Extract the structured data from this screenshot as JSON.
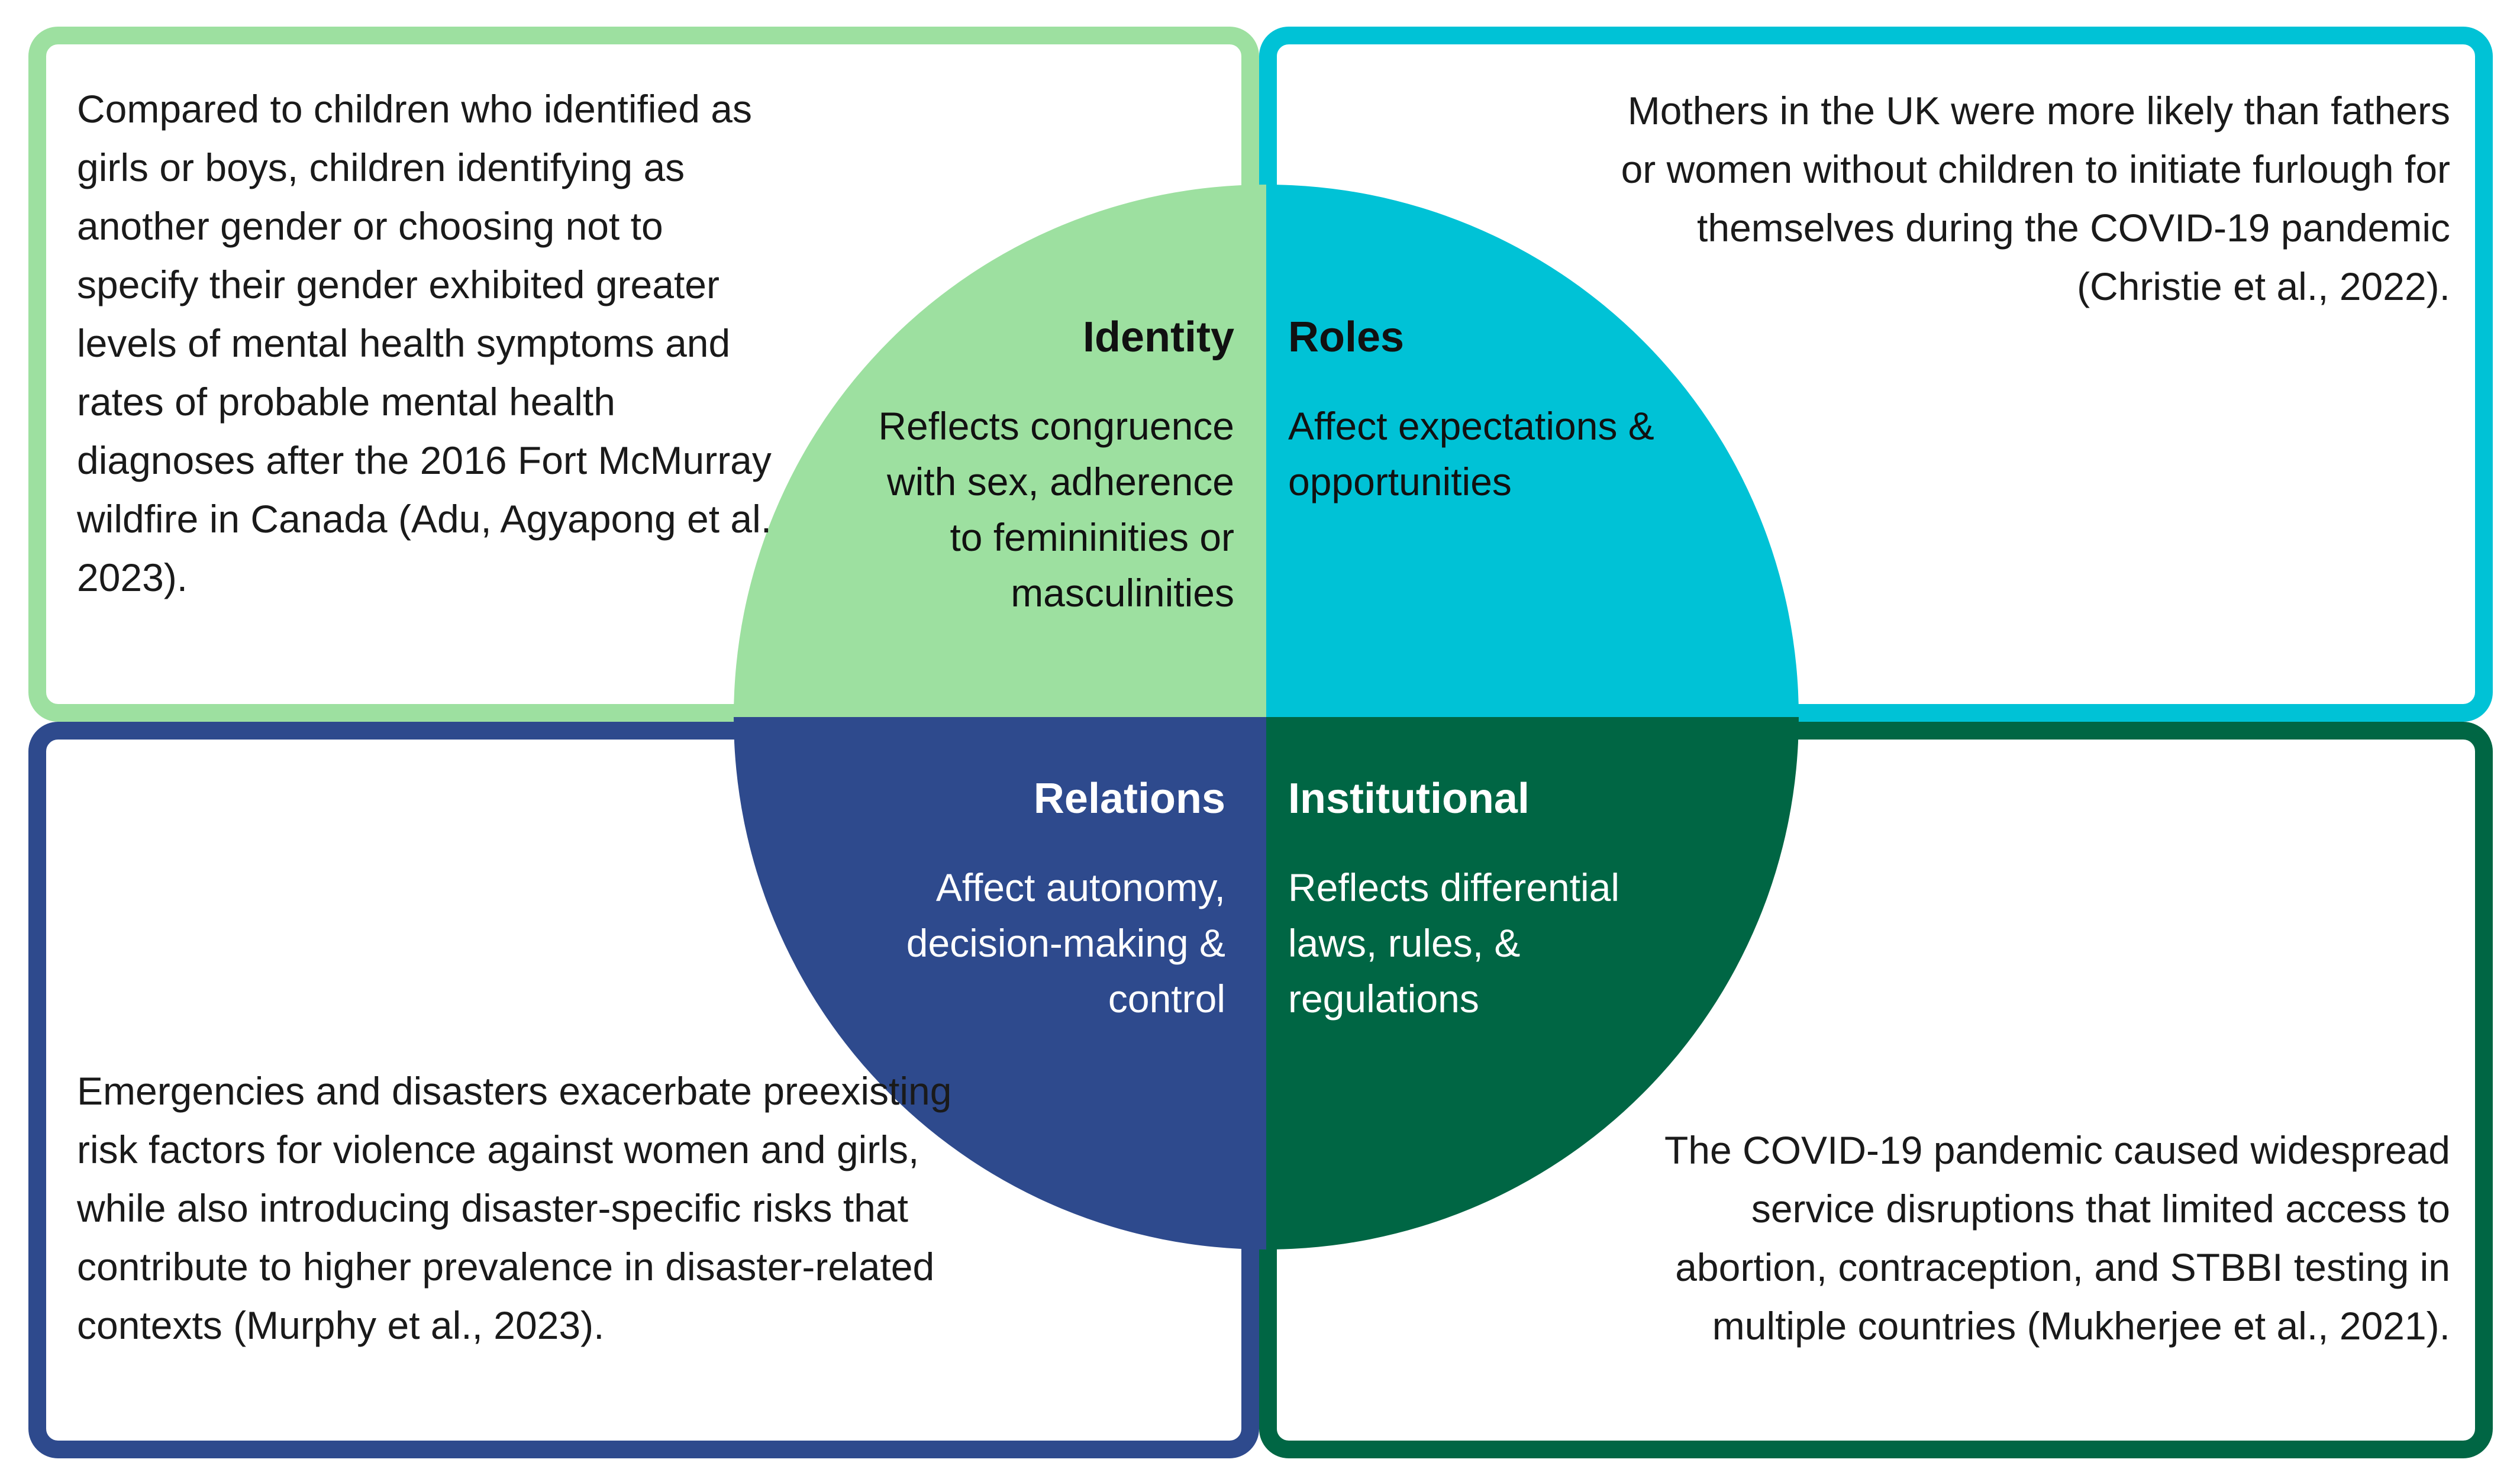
{
  "colors": {
    "identity": "#9de0a0",
    "roles": "#00c2d6",
    "relations": "#2e4a8d",
    "institutional": "#006644"
  },
  "quadrants": {
    "identity": {
      "title": "Identity",
      "description": "Reflects congruence with sex, adherence to femininities or masculinities",
      "example": "Compared to children who identified as girls or boys, children identifying as another gender or choosing not to specify their gender exhibited greater levels of mental health symptoms and rates of probable mental health diagnoses after the 2016 Fort McMurray wildfire in Canada (Adu, Agyapong et al. 2023)."
    },
    "roles": {
      "title": "Roles",
      "description": "Affect expectations & opportunities",
      "example": "Mothers in the UK were more likely than fathers or women without children to initiate furlough for themselves during the COVID-19 pandemic (Christie et al., 2022)."
    },
    "relations": {
      "title": "Relations",
      "description": "Affect autonomy, decision-making & control",
      "example": "Emergencies and disasters exacerbate preexisting risk factors for violence against women and girls, while also introducing disaster-specific risks that contribute to higher prevalence in disaster-related contexts (Murphy et al., 2023)."
    },
    "institutional": {
      "title": "Institutional",
      "description": "Reflects differential laws, rules, & regulations",
      "example": "The COVID-19 pandemic caused widespread service disruptions that limited access to abortion, contraception, and STBBI testing in multiple countries (Mukherjee et al., 2021)."
    }
  }
}
